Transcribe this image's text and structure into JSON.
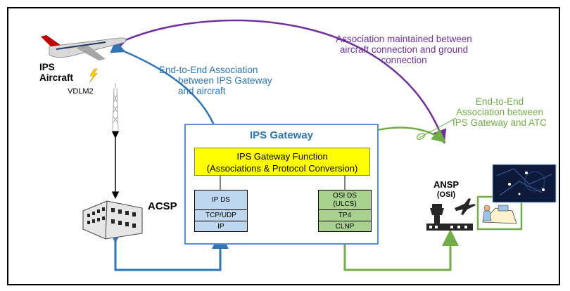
{
  "labels": {
    "association_ground": "Association maintained between aircraft connection and ground connection",
    "association_ground_line1": "Association maintained between",
    "association_ground_line2": "aircraft connection and ground",
    "association_ground_line3": "connection",
    "e2e_aircraft_line1": "End-to-End Association",
    "e2e_aircraft_line2": "between IPS Gateway",
    "e2e_aircraft_line3": "and aircraft",
    "e2e_atc_line1": "End-to-End",
    "e2e_atc_line2": "Association between",
    "e2e_atc_line3": "IPS Gateway and ATC",
    "ips_aircraft_line1": "IPS",
    "ips_aircraft_line2": "Aircraft",
    "vdlm2": "VDLM2",
    "acsp": "ACSP",
    "ansp": "ANSP",
    "ansp_sub": "(OSI)"
  },
  "gateway": {
    "title": "IPS Gateway",
    "function_line1": "IPS Gateway Function",
    "function_line2": "(Associations & Protocol Conversion)",
    "ip_stack": [
      "IP DS",
      "TCP/UDP",
      "IP"
    ],
    "osi_stack": [
      "OSI DS (ULCS)",
      "TP4",
      "CLNP"
    ],
    "osi_stack_top_line1": "OSI DS",
    "osi_stack_top_line2": "(ULCS)"
  },
  "colors": {
    "purple": "#7030a0",
    "blue": "#2e75b6",
    "green": "#70ad47",
    "yellow": "#ffff00",
    "ip_stack_fill": "#bdd7ee",
    "osi_stack_fill": "#a9d18e"
  },
  "icons": [
    "aircraft-icon",
    "lightning-icon",
    "radio-tower-icon",
    "building-icon",
    "control-tower-icon",
    "airplane-icon",
    "atc-controller-icon",
    "radar-screen-icon"
  ]
}
